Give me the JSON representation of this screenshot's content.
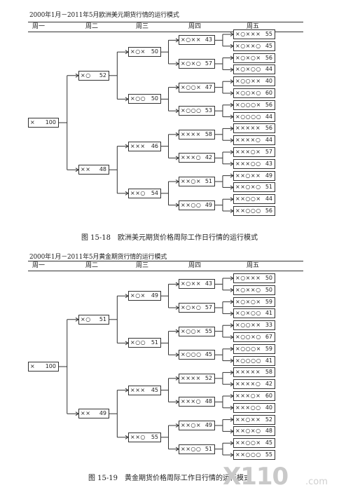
{
  "figures": [
    {
      "title": "2000年1月－2011年5月欧洲美元期货行情的运行模式",
      "days": [
        "周一",
        "周二",
        "周三",
        "周四",
        "周五"
      ],
      "caption": "图 15-18　欧洲美元期货价格周际工作日行情的运行模式",
      "monday": {
        "pattern": "×",
        "value": "100"
      },
      "tuesday": [
        {
          "pattern": "×○",
          "value": "52"
        },
        {
          "pattern": "××",
          "value": "48"
        }
      ],
      "wednesday": [
        {
          "pattern": "×○×",
          "value": "50"
        },
        {
          "pattern": "×○○",
          "value": "50"
        },
        {
          "pattern": "×××",
          "value": "46"
        },
        {
          "pattern": "××○",
          "value": "54"
        }
      ],
      "thursday": [
        {
          "pattern": "×○××",
          "value": "43"
        },
        {
          "pattern": "×○×○",
          "value": "57"
        },
        {
          "pattern": "×○○×",
          "value": "47"
        },
        {
          "pattern": "×○○○",
          "value": "53"
        },
        {
          "pattern": "××××",
          "value": "58"
        },
        {
          "pattern": "×××○",
          "value": "42"
        },
        {
          "pattern": "××○×",
          "value": "51"
        },
        {
          "pattern": "××○○",
          "value": "49"
        }
      ],
      "friday": [
        {
          "pattern": "×○×××",
          "value": "55"
        },
        {
          "pattern": "×○××○",
          "value": "45"
        },
        {
          "pattern": "×○×○×",
          "value": "56"
        },
        {
          "pattern": "×○×○○",
          "value": "44"
        },
        {
          "pattern": "×○○××",
          "value": "40"
        },
        {
          "pattern": "×○○×○",
          "value": "60"
        },
        {
          "pattern": "×○○○×",
          "value": "56"
        },
        {
          "pattern": "×○○○○",
          "value": "44"
        },
        {
          "pattern": "×××××",
          "value": "56"
        },
        {
          "pattern": "××××○",
          "value": "44"
        },
        {
          "pattern": "×××○×",
          "value": "57"
        },
        {
          "pattern": "×××○○",
          "value": "43"
        },
        {
          "pattern": "××○××",
          "value": "49"
        },
        {
          "pattern": "××○×○",
          "value": "51"
        },
        {
          "pattern": "××○○×",
          "value": "44"
        },
        {
          "pattern": "××○○○",
          "value": "56"
        }
      ]
    },
    {
      "title": "2000年1月－2011年5月黄金期货行情的运行模式",
      "days": [
        "周一",
        "周二",
        "周三",
        "周四",
        "周五"
      ],
      "caption": "图 15-19　黄金期货价格周际工作日行情的运行模式",
      "monday": {
        "pattern": "×",
        "value": "100"
      },
      "tuesday": [
        {
          "pattern": "×○",
          "value": "51"
        },
        {
          "pattern": "××",
          "value": "49"
        }
      ],
      "wednesday": [
        {
          "pattern": "×○×",
          "value": "49"
        },
        {
          "pattern": "×○○",
          "value": "51"
        },
        {
          "pattern": "×××",
          "value": "45"
        },
        {
          "pattern": "××○",
          "value": "55"
        }
      ],
      "thursday": [
        {
          "pattern": "×○××",
          "value": "43"
        },
        {
          "pattern": "×○×○",
          "value": "57"
        },
        {
          "pattern": "×○○×",
          "value": "55"
        },
        {
          "pattern": "×○○○",
          "value": "45"
        },
        {
          "pattern": "××××",
          "value": "52"
        },
        {
          "pattern": "×××○",
          "value": "48"
        },
        {
          "pattern": "××○×",
          "value": "49"
        },
        {
          "pattern": "××○○",
          "value": "51"
        }
      ],
      "friday": [
        {
          "pattern": "×○×××",
          "value": "50"
        },
        {
          "pattern": "×○××○",
          "value": "50"
        },
        {
          "pattern": "×○×○×",
          "value": "59"
        },
        {
          "pattern": "×○×○○",
          "value": "41"
        },
        {
          "pattern": "×○○××",
          "value": "33"
        },
        {
          "pattern": "×○○×○",
          "value": "67"
        },
        {
          "pattern": "×○○○×",
          "value": "59"
        },
        {
          "pattern": "×○○○○",
          "value": "41"
        },
        {
          "pattern": "×××××",
          "value": "58"
        },
        {
          "pattern": "××××○",
          "value": "42"
        },
        {
          "pattern": "×××○×",
          "value": "60"
        },
        {
          "pattern": "×××○○",
          "value": "40"
        },
        {
          "pattern": "××○××",
          "value": "52"
        },
        {
          "pattern": "××○×○",
          "value": "48"
        },
        {
          "pattern": "××○○×",
          "value": "45"
        },
        {
          "pattern": "××○○○",
          "value": "55"
        }
      ]
    }
  ],
  "watermark": {
    "main": "X110",
    "suffix": ".com"
  }
}
